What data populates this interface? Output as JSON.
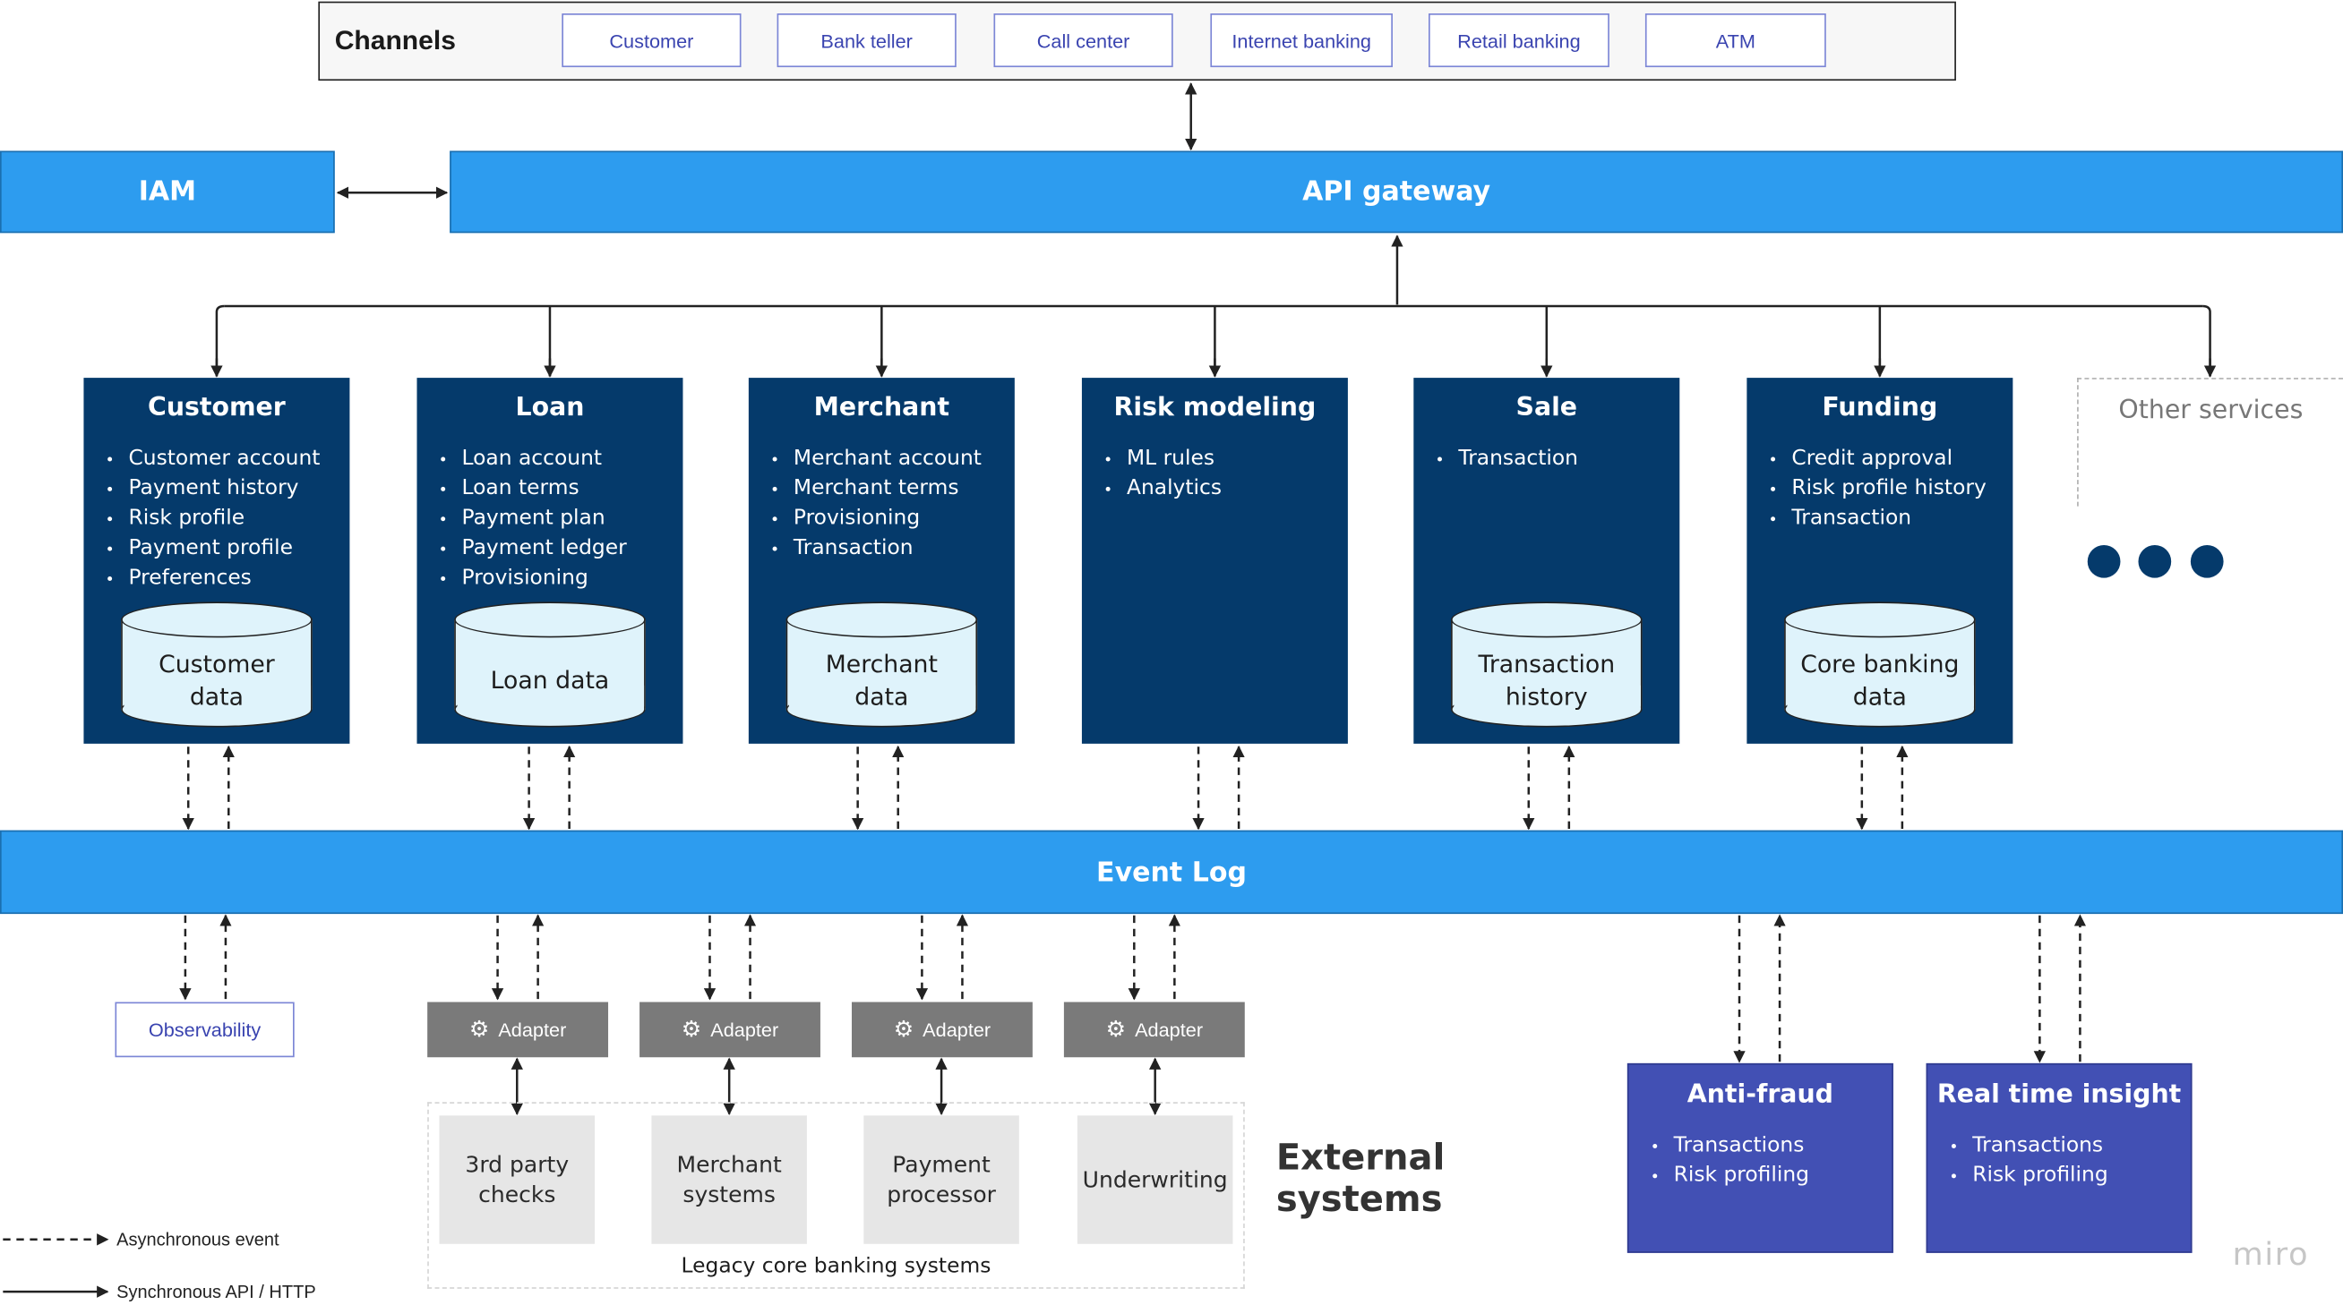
{
  "channels": {
    "title": "Channels",
    "items": [
      "Customer",
      "Bank teller",
      "Call center",
      "Internet banking",
      "Retail banking",
      "ATM"
    ]
  },
  "iam": {
    "label": "IAM"
  },
  "api_gateway": {
    "label": "API gateway"
  },
  "services": [
    {
      "title": "Customer",
      "items": [
        "Customer account",
        "Payment history",
        "Risk profile",
        "Payment profile",
        "Preferences"
      ],
      "db": [
        "Customer",
        "data"
      ]
    },
    {
      "title": "Loan",
      "items": [
        "Loan account",
        "Loan terms",
        "Payment plan",
        "Payment ledger",
        "Provisioning"
      ],
      "db": [
        "Loan data"
      ]
    },
    {
      "title": "Merchant",
      "items": [
        "Merchant account",
        "Merchant terms",
        "Provisioning",
        "Transaction"
      ],
      "db": [
        "Merchant",
        "data"
      ]
    },
    {
      "title": "Risk modeling",
      "items": [
        "ML rules",
        "Analytics"
      ],
      "db": []
    },
    {
      "title": "Sale",
      "items": [
        "Transaction"
      ],
      "db": [
        "Transaction",
        "history"
      ]
    },
    {
      "title": "Funding",
      "items": [
        "Credit approval",
        "Risk profile history",
        "Transaction"
      ],
      "db": [
        "Core banking",
        "data"
      ]
    }
  ],
  "other_services": {
    "label": "Other services"
  },
  "event_log": {
    "label": "Event Log"
  },
  "observability": {
    "label": "Observability"
  },
  "adapter": {
    "label": "Adapter"
  },
  "legacy": {
    "systems": [
      {
        "lines": [
          "3rd party",
          "checks"
        ]
      },
      {
        "lines": [
          "Merchant",
          "systems"
        ]
      },
      {
        "lines": [
          "Payment",
          "processor"
        ]
      },
      {
        "lines": [
          "Underwriting"
        ]
      }
    ],
    "label": "Legacy core banking systems"
  },
  "external_systems": {
    "label": "External systems"
  },
  "external": [
    {
      "title": "Anti-fraud",
      "items": [
        "Transactions",
        "Risk profiling"
      ]
    },
    {
      "title": "Real time insight",
      "items": [
        "Transactions",
        "Risk profiling"
      ]
    }
  ],
  "legend": {
    "async": "Asynchronous event",
    "sync": "Synchronous API / HTTP"
  },
  "brand": "miro",
  "colors": {
    "channel_chip_border": "#7c86d6",
    "band_blue": "#2d9cef",
    "service_navy": "#053a6b",
    "db_fill": "#dff3fb",
    "adapter_gray": "#7a7a7a",
    "legacy_gray": "#e6e6e6",
    "external_purple": "#4250b4"
  },
  "icons": {
    "adapter": "gear-icon",
    "overflow": "ellipsis-dots-icon"
  }
}
